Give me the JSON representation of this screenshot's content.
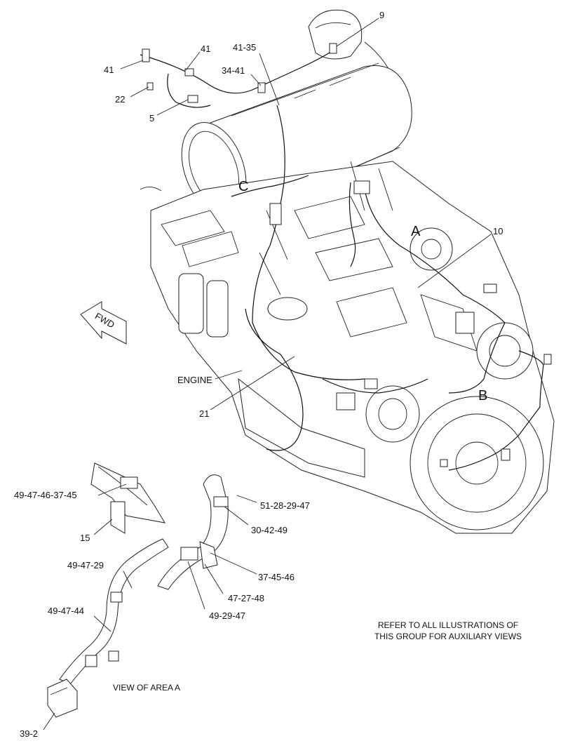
{
  "callouts": {
    "c9": "9",
    "c41a": "41",
    "c41b": "41",
    "c41_35": "41-35",
    "c34_41": "34-41",
    "c22": "22",
    "c5": "5",
    "c10": "10",
    "c21": "21",
    "engine": "ENGINE",
    "fwd": "FWD"
  },
  "views": {
    "a": "A",
    "b": "B",
    "c": "C"
  },
  "detail": {
    "c49_47_46_37_45": "49-47-46-37-45",
    "c15": "15",
    "c51_28_29_47": "51-28-29-47",
    "c30_42_49": "30-42-49",
    "c49_47_29": "49-47-29",
    "c37_45_46": "37-45-46",
    "c47_27_48": "47-27-48",
    "c49_29_47": "49-29-47",
    "c49_47_44": "49-47-44",
    "c39_2": "39-2",
    "view_label": "VIEW OF AREA A"
  },
  "notes": {
    "line1": "REFER TO ALL ILLUSTRATIONS OF",
    "line2": "THIS GROUP FOR AUXILIARY VIEWS"
  }
}
